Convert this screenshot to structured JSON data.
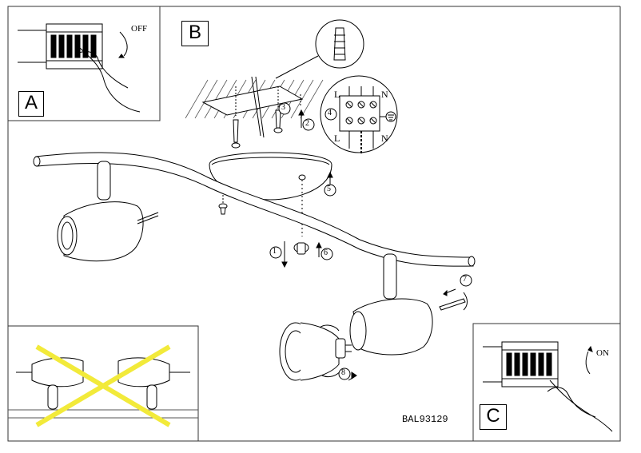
{
  "panel_a": {
    "letter": "A",
    "switch_label": "OFF"
  },
  "panel_b": {
    "letter": "B"
  },
  "panel_c": {
    "letter": "C",
    "switch_label": "ON"
  },
  "terminal": {
    "left_top": "L",
    "right_top": "N",
    "left_bottom": "L",
    "right_bottom": "N"
  },
  "steps": [
    "1",
    "2",
    "3",
    "4",
    "5",
    "6",
    "7",
    "8"
  ],
  "model_code": "BAL93129"
}
